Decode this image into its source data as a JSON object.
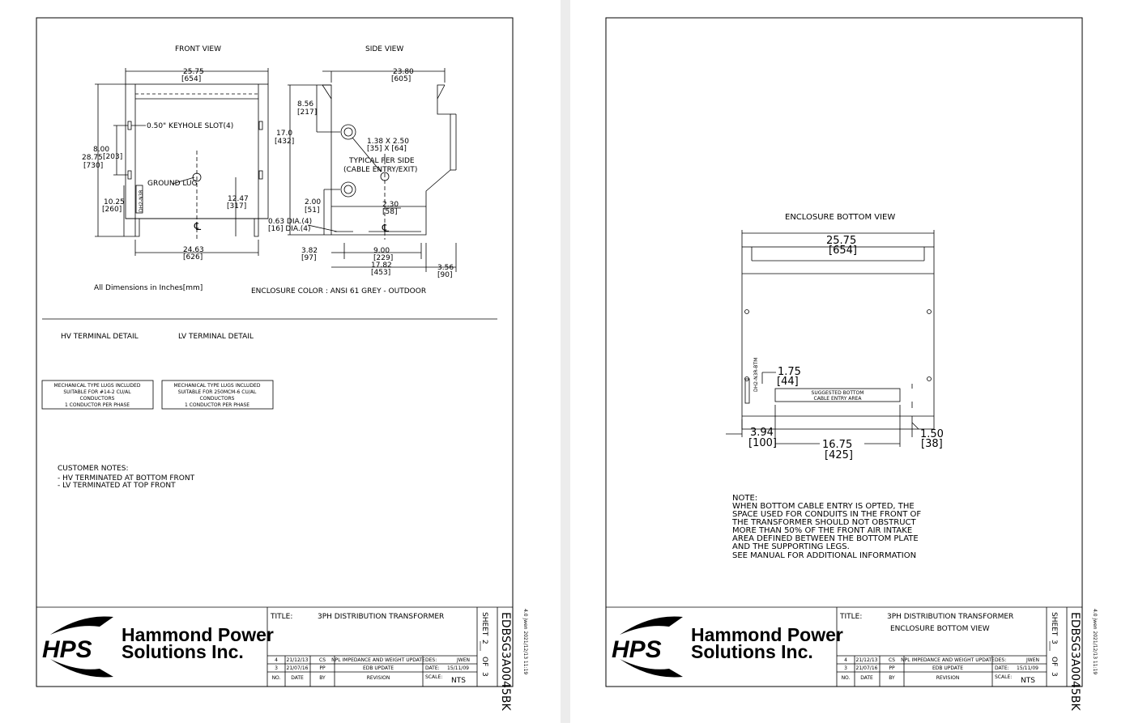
{
  "left_sheet": {
    "front_view": {
      "title": "FRONT VIEW",
      "width_dim": "25.75",
      "width_mm": "[654]",
      "height_dim": "28.75",
      "height_mm": "[730]",
      "keyhole_note": "0.50\" KEYHOLE SLOT(4)",
      "keyhole_spacing": "8.00",
      "keyhole_spacing_mm": "[203]",
      "ground_lug": "GROUND LUG",
      "lower_dim": "10.25",
      "lower_dim_mm": "[260]",
      "center_height": "12.47",
      "center_height_mm": "[317]",
      "base_width": "24.63",
      "base_width_mm": "[626]",
      "plate_label": "DH2-N3R"
    },
    "side_view": {
      "title": "SIDE VIEW",
      "width_dim": "23.80",
      "width_mm": "[605]",
      "top_dim": "8.56",
      "top_dim_mm": "[217]",
      "height_dim": "17.0",
      "height_mm": "[432]",
      "knockout_size_line1": "1.38 X 2.50",
      "knockout_size_line2": "[35] X [64]",
      "typical_note": "TYPICAL PER SIDE",
      "cable_note": "(CABLE ENTRY/EXIT)",
      "bottom_ko_dim": "2.00",
      "bottom_ko_dim_mm": "[51]",
      "center_offset": "2.30",
      "center_offset_mm": "[58]",
      "hole_dia_line1": "0.63 DIA.(4)",
      "hole_dia_line2": "[16] DIA.(4)",
      "foot_dim": "3.82",
      "foot_dim_mm": "[97]",
      "hole_spacing": "9.00",
      "hole_spacing_mm": "[229]",
      "base_depth": "17.82",
      "base_depth_mm": "[453]",
      "overhang": "3.56",
      "overhang_mm": "[90]"
    },
    "dimensions_note": "All Dimensions in Inches[mm]",
    "enclosure_color": "ENCLOSURE COLOR : ANSI 61 GREY - OUTDOOR",
    "hv_title": "HV TERMINAL DETAIL",
    "lv_title": "LV TERMINAL DETAIL",
    "hv_box": [
      "MECHANICAL TYPE LUGS INCLUDED",
      "SUITABLE FOR #14-2 CU/AL",
      "CONDUCTORS",
      "1 CONDUCTOR PER PHASE"
    ],
    "lv_box": [
      "MECHANICAL TYPE LUGS INCLUDED",
      "SUITABLE FOR 250MCM-6 CU/AL",
      "CONDUCTORS",
      "1 CONDUCTOR PER PHASE"
    ],
    "customer_notes_title": "CUSTOMER NOTES:",
    "customer_notes": [
      "- HV TERMINATED AT BOTTOM FRONT",
      "- LV TERMINATED AT TOP FRONT"
    ],
    "title_block": {
      "title_label": "TITLE:",
      "title": "3PH DISTRIBUTION TRANSFORMER",
      "subtitle": "",
      "sheet_label": "SHEET",
      "sheet_no": "2",
      "of_label": "OF",
      "sheet_total": "3"
    }
  },
  "right_sheet": {
    "title": "ENCLOSURE BOTTOM VIEW",
    "width_dim": "25.75",
    "width_mm": "[654]",
    "edge_dim": "1.75",
    "edge_dim_mm": "[44]",
    "area_line1": "SUGGESTED BOTTOM",
    "area_line2": "CABLE ENTRY AREA",
    "plate_label": "DH2-N3R-BTM",
    "left_offset": "3.94",
    "left_offset_mm": "[100]",
    "area_width": "16.75",
    "area_width_mm": "[425]",
    "right_offset": "1.50",
    "right_offset_mm": "[38]",
    "note_lines": [
      "NOTE:",
      "WHEN BOTTOM CABLE ENTRY IS OPTED, THE",
      "SPACE USED FOR CONDUITS IN THE FRONT OF",
      "THE TRANSFORMER SHOULD NOT OBSTRUCT",
      "MORE THAN 50% OF THE FRONT AIR INTAKE",
      "AREA DEFINED BETWEEN THE BOTTOM PLATE",
      "AND THE SUPPORTING LEGS.",
      "SEE MANUAL FOR ADDITIONAL INFORMATION"
    ],
    "title_block": {
      "title_label": "TITLE:",
      "title": "3PH DISTRIBUTION TRANSFORMER",
      "subtitle": "ENCLOSURE BOTTOM VIEW",
      "sheet_label": "SHEET",
      "sheet_no": "3",
      "of_label": "OF",
      "sheet_total": "3"
    }
  },
  "common": {
    "company_line1": "Hammond Power",
    "company_line2": "Solutions Inc.",
    "logo_letters": "HPS",
    "revisions": [
      {
        "no": "4",
        "date": "21/12/13",
        "by": "CS",
        "rev": "NPL IMPEDANCE AND WEIGHT UPDATE"
      },
      {
        "no": "3",
        "date": "21/07/16",
        "by": "PP",
        "rev": "EDB UPDATE"
      }
    ],
    "rev_headers": {
      "no": "NO.",
      "date": "DATE",
      "by": "BY",
      "rev": "REVISION"
    },
    "des_label": "DES:",
    "des_value": "JWEN",
    "date_label": "DATE:",
    "date_value": "15/11/09",
    "scale_label": "SCALE:",
    "scale_value": "NTS",
    "drawing_no": "EDBSG3A0045BK",
    "stamp": "4.0 jwen 2021/12/13 11:19"
  }
}
